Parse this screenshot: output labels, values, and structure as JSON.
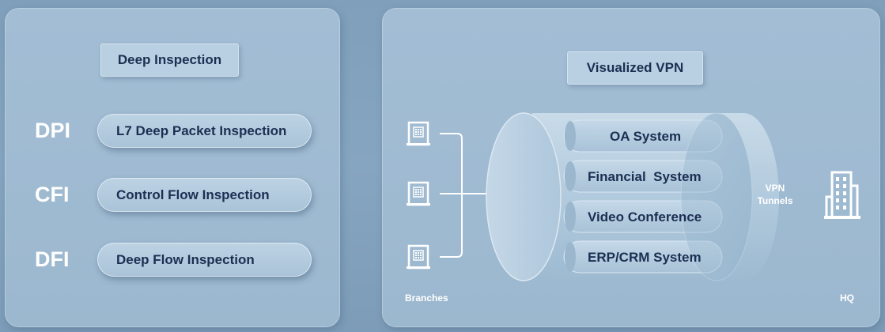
{
  "deep_inspection": {
    "title": "Deep Inspection",
    "items": [
      {
        "abbr": "DPI",
        "label": "L7 Deep Packet Inspection"
      },
      {
        "abbr": "CFI",
        "label": "Control Flow Inspection"
      },
      {
        "abbr": "DFI",
        "label": "Deep Flow Inspection"
      }
    ]
  },
  "vpn": {
    "title": "Visualized VPN",
    "tunnels": [
      "OA System",
      "Financial  System",
      "Video Conference",
      "ERP/CRM System"
    ],
    "vpn_label_line1": "VPN",
    "vpn_label_line2": "Tunnels",
    "branches_label": "Branches",
    "hq_label": "HQ",
    "branch_icon": "building-icon",
    "hq_icon": "office-tower-icon"
  }
}
